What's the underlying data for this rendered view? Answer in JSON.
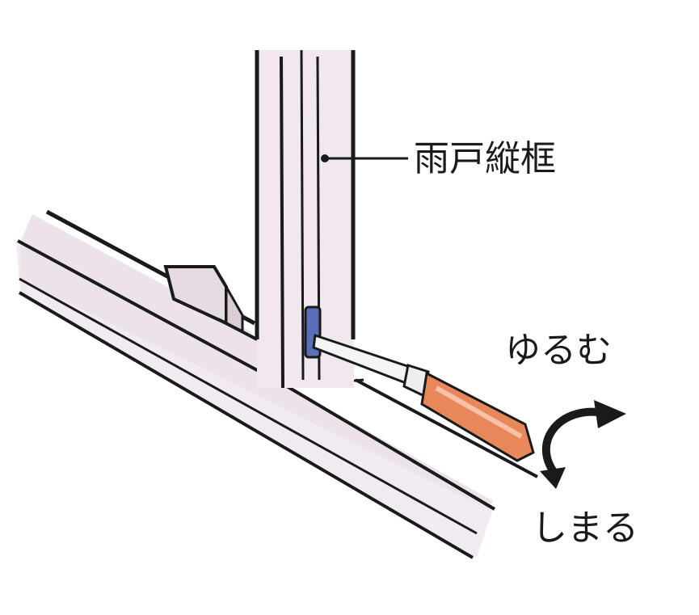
{
  "labels": {
    "frame": "雨戸縦框",
    "loosen": "ゆるむ",
    "tighten": "しまる"
  },
  "colors": {
    "frame_fill": "#efe6ee",
    "line": "#1a1a1a",
    "handle": "#e8875a",
    "screw": "#5a6fb8"
  }
}
